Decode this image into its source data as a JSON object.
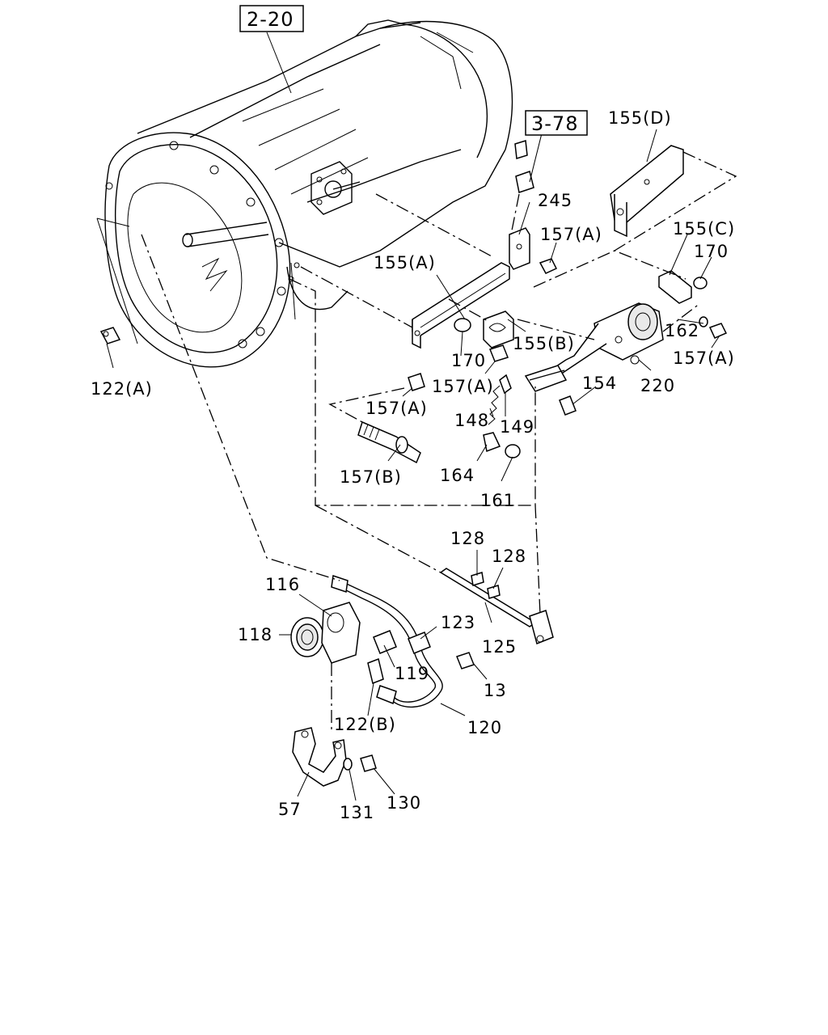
{
  "refs": {
    "r_2_20": "2-20",
    "r_3_78": "3-78"
  },
  "labels": {
    "l155D": "155(D)",
    "l245": "245",
    "l157A_top": "157(A)",
    "l155C": "155(C)",
    "l170_right": "170",
    "l155A": "155(A)",
    "l155B": "155(B)",
    "l162": "162",
    "l170_mid": "170",
    "l157A_right": "157(A)",
    "l157A_mid": "157(A)",
    "l154": "154",
    "l220": "220",
    "l122A": "122(A)",
    "l157A_left": "157(A)",
    "l148": "148",
    "l149": "149",
    "l157B": "157(B)",
    "l164": "164",
    "l161": "161",
    "l128_a": "128",
    "l128_b": "128",
    "l116": "116",
    "l118": "118",
    "l123": "123",
    "l125": "125",
    "l119": "119",
    "l13": "13",
    "l122B": "122(B)",
    "l120": "120",
    "l57": "57",
    "l131": "131",
    "l130": "130"
  }
}
